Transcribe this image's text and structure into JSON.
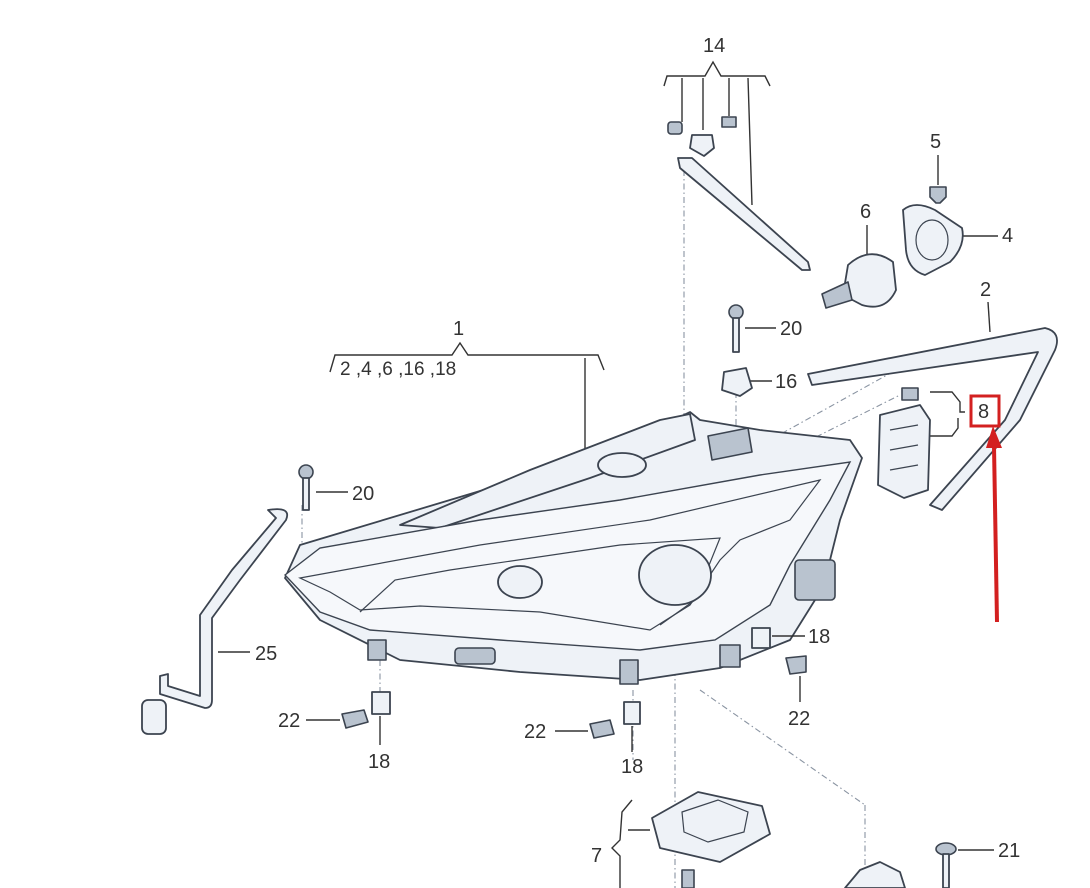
{
  "labels": {
    "p1": "1",
    "p1_sub": "2 ,4 ,6 ,16 ,18",
    "p2": "2",
    "p4": "4",
    "p5": "5",
    "p6": "6",
    "p7": "7",
    "p8": "8",
    "p14": "14",
    "p16": "16",
    "p18_right": "18",
    "p18_left": "18",
    "p18_mid": "18",
    "p20_top": "20",
    "p20_left": "20",
    "p21": "21",
    "p22_right": "22",
    "p22_left": "22",
    "p22_mid": "22",
    "p25": "25"
  },
  "colors": {
    "highlight": "#d32020",
    "line": "#3c4450",
    "part_fill": "#eef2f7"
  }
}
